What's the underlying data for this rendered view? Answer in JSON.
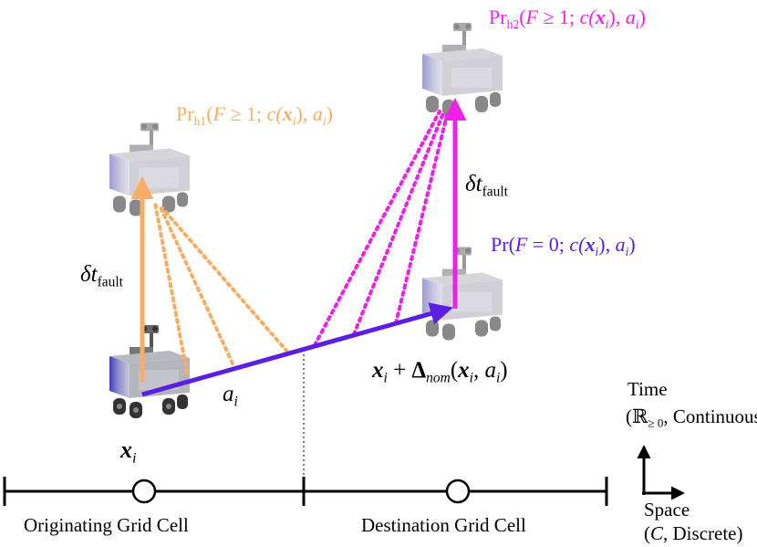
{
  "colors": {
    "fault_h1": "#F5AE63",
    "fault_h2": "#EE22E6",
    "nominal": "#5A1FE0",
    "axis": "#000000",
    "grid_divider": "#555555"
  },
  "labels": {
    "state_x": "x",
    "state_i": "i",
    "action": "a",
    "action_i": "i",
    "dt_delta": "δ",
    "dt_t": "t",
    "dt_fault": "fault",
    "nominal_next_state": "x_i + Δ_nom(x_i, a_i)",
    "pr_h1": "Pr_h1(F ≥ 1; c(x_i), a_i)",
    "pr_h2": "Pr_h2(F ≥ 1; c(x_i), a_i)",
    "pr_nominal": "Pr(F = 0; c(x_i), a_i)"
  },
  "math": {
    "pr": "Pr",
    "h1": "h1",
    "h2": "h2",
    "F": "F",
    "geq": " ≥ 1; ",
    "eq": " = 0; ",
    "c_open": "c(",
    "x": "x",
    "i": "i",
    "close_comma": "), ",
    "a": "a",
    "close": ")",
    "paren_open": "(",
    "delta": "Δ",
    "nom": "nom",
    "plus": " + ",
    "comma": ", "
  },
  "grid": {
    "originating_label": "Originating Grid Cell",
    "destination_label": "Destination Grid Cell"
  },
  "axes": {
    "time_label": "Time",
    "time_domain_open": "(",
    "time_domain_set": "ℝ",
    "time_domain_sub": "≥ 0",
    "time_domain_rest": ", Continuous)",
    "space_label": "Space",
    "space_domain_open": "(",
    "space_domain_set": "C",
    "space_domain_rest": ", Discrete)"
  },
  "icons": [
    "rover-icon"
  ]
}
